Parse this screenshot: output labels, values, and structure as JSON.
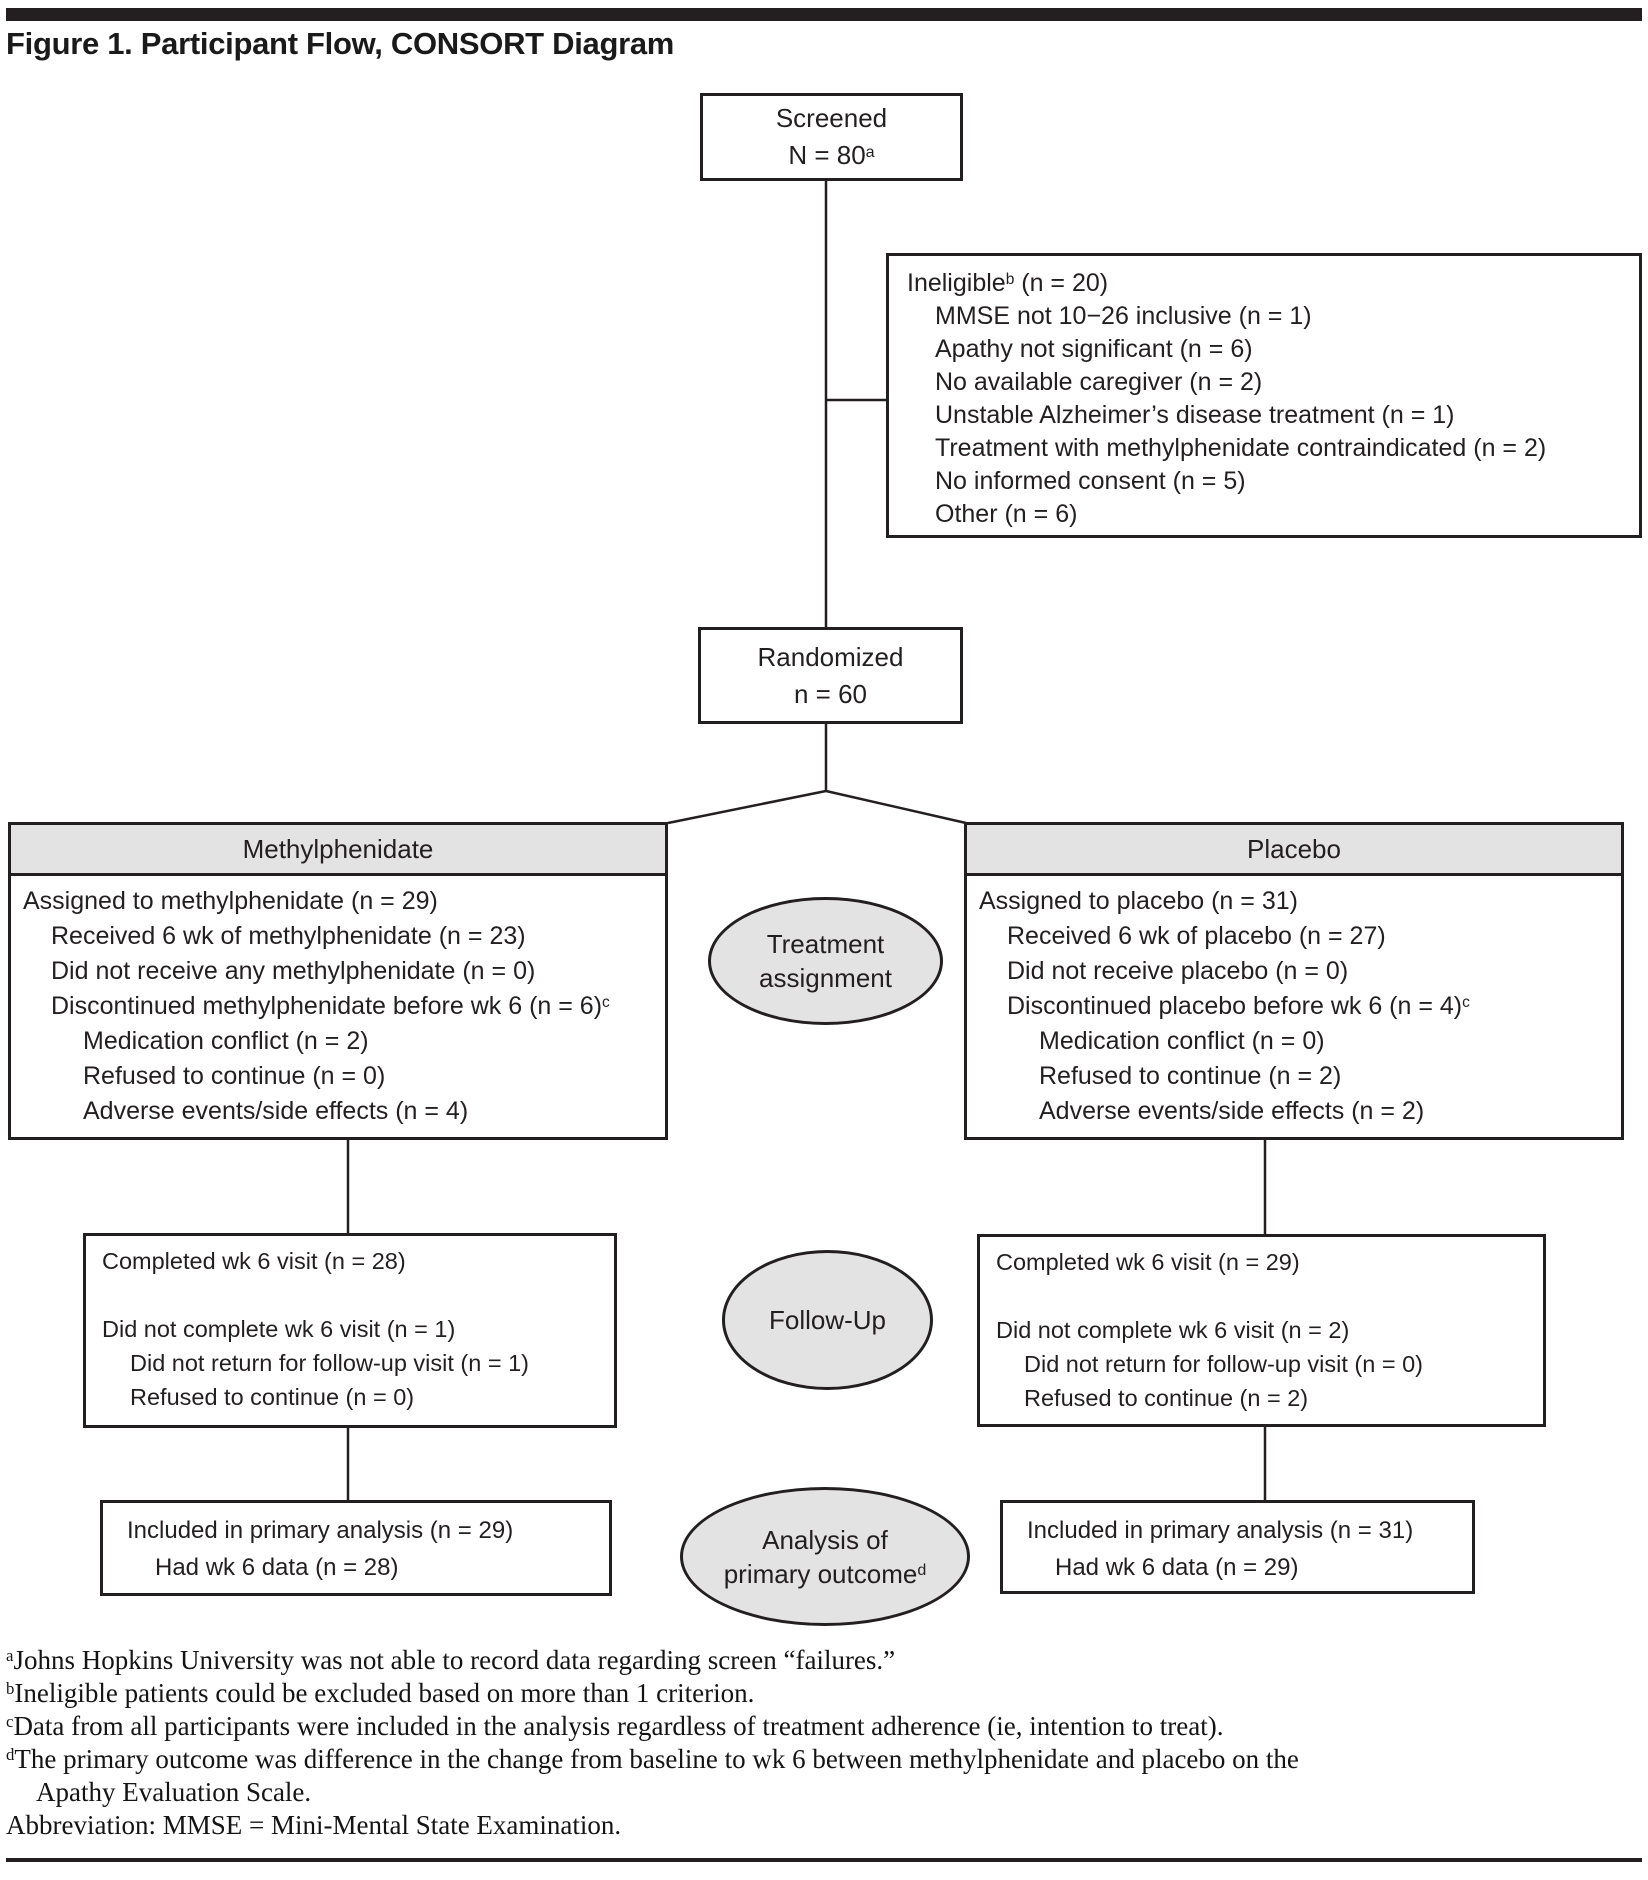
{
  "title": "Figure 1. Participant Flow, CONSORT Diagram",
  "colors": {
    "stage_fill": "#e3e3e3",
    "ink": "#231f20",
    "background": "#ffffff"
  },
  "screened": {
    "label": "Screened",
    "n_text": "N = 80",
    "n_sup": "a"
  },
  "ineligible": {
    "heading": {
      "text": "Ineligible",
      "sup": "b",
      "after": " (n = 20)"
    },
    "items": [
      {
        "text": "MMSE not 10−26 inclusive (n = 1)"
      },
      {
        "text": "Apathy not significant (n = 6)"
      },
      {
        "text": "No available caregiver (n = 2)"
      },
      {
        "text": "Unstable Alzheimer’s disease treatment (n = 1)"
      },
      {
        "text": "Treatment with methylphenidate contraindicated (n = 2)"
      },
      {
        "text": "No informed consent (n = 5)"
      },
      {
        "text": "Other (n = 6)"
      }
    ]
  },
  "randomized": {
    "label": "Randomized",
    "n_text": "n = 60"
  },
  "stages": {
    "treatment": {
      "line1": "Treatment",
      "line2": "assignment"
    },
    "followup": {
      "line1": "Follow-Up"
    },
    "analysis": {
      "line1": "Analysis of",
      "line2": "primary outcome",
      "line2_sup": "d"
    }
  },
  "arms": {
    "methylphenidate": {
      "header": "Methylphenidate",
      "items": [
        {
          "indent": 0,
          "text": "Assigned to methylphenidate (n = 29)"
        },
        {
          "indent": 1,
          "text": "Received 6 wk of methylphenidate (n = 23)"
        },
        {
          "indent": 1,
          "text": "Did not receive any methylphenidate (n = 0)"
        },
        {
          "indent": 1,
          "text": "Discontinued methylphenidate before wk 6 (n = 6)",
          "sup": "c"
        },
        {
          "indent": 2,
          "text": "Medication conflict (n = 2)"
        },
        {
          "indent": 2,
          "text": "Refused to continue (n = 0)"
        },
        {
          "indent": 2,
          "text": "Adverse events/side effects (n = 4)"
        }
      ]
    },
    "placebo": {
      "header": "Placebo",
      "items": [
        {
          "indent": 0,
          "text": "Assigned to placebo (n = 31)"
        },
        {
          "indent": 1,
          "text": "Received 6 wk of placebo (n = 27)"
        },
        {
          "indent": 1,
          "text": "Did not receive placebo (n = 0)"
        },
        {
          "indent": 1,
          "text": "Discontinued placebo before wk 6 (n = 4)",
          "sup": "c"
        },
        {
          "indent": 2,
          "text": "Medication conflict (n = 0)"
        },
        {
          "indent": 2,
          "text": "Refused to continue (n = 2)"
        },
        {
          "indent": 2,
          "text": "Adverse events/side effects (n = 2)"
        }
      ]
    }
  },
  "followup": {
    "left": {
      "items": [
        {
          "indent": 0,
          "text": "Completed wk 6 visit (n = 28)"
        },
        {
          "indent": 0,
          "text": ""
        },
        {
          "indent": 0,
          "text": "Did not complete wk 6 visit (n = 1)"
        },
        {
          "indent": 1,
          "text": "Did not return for follow-up visit (n = 1)"
        },
        {
          "indent": 1,
          "text": "Refused to continue (n = 0)"
        }
      ]
    },
    "right": {
      "items": [
        {
          "indent": 0,
          "text": "Completed wk 6 visit (n = 29)"
        },
        {
          "indent": 0,
          "text": ""
        },
        {
          "indent": 0,
          "text": "Did not complete wk 6 visit (n = 2)"
        },
        {
          "indent": 1,
          "text": "Did not return for follow-up visit (n = 0)"
        },
        {
          "indent": 1,
          "text": "Refused to continue (n = 2)"
        }
      ]
    }
  },
  "analysis": {
    "left": {
      "items": [
        {
          "indent": 0,
          "text": "Included in primary analysis (n = 29)"
        },
        {
          "indent": 1,
          "text": "Had wk 6 data (n = 28)"
        }
      ]
    },
    "right": {
      "items": [
        {
          "indent": 0,
          "text": "Included in primary analysis (n = 31)"
        },
        {
          "indent": 1,
          "text": "Had wk 6 data (n = 29)"
        }
      ]
    }
  },
  "footnotes": [
    {
      "sup": "a",
      "text": "Johns Hopkins University was not able to record data regarding screen “failures.”"
    },
    {
      "sup": "b",
      "text": "Ineligible patients could be excluded based on more than 1 criterion."
    },
    {
      "sup": "c",
      "text": "Data from all participants were included in the analysis regardless of treatment adherence (ie, intention to treat)."
    },
    {
      "sup": "d",
      "text": "The primary outcome was difference in the change from baseline to wk 6 between methylphenidate and placebo on the"
    },
    {
      "indent": 1,
      "text": "Apathy Evaluation Scale."
    },
    {
      "text": "Abbreviation: MMSE = Mini-Mental State Examination."
    }
  ]
}
